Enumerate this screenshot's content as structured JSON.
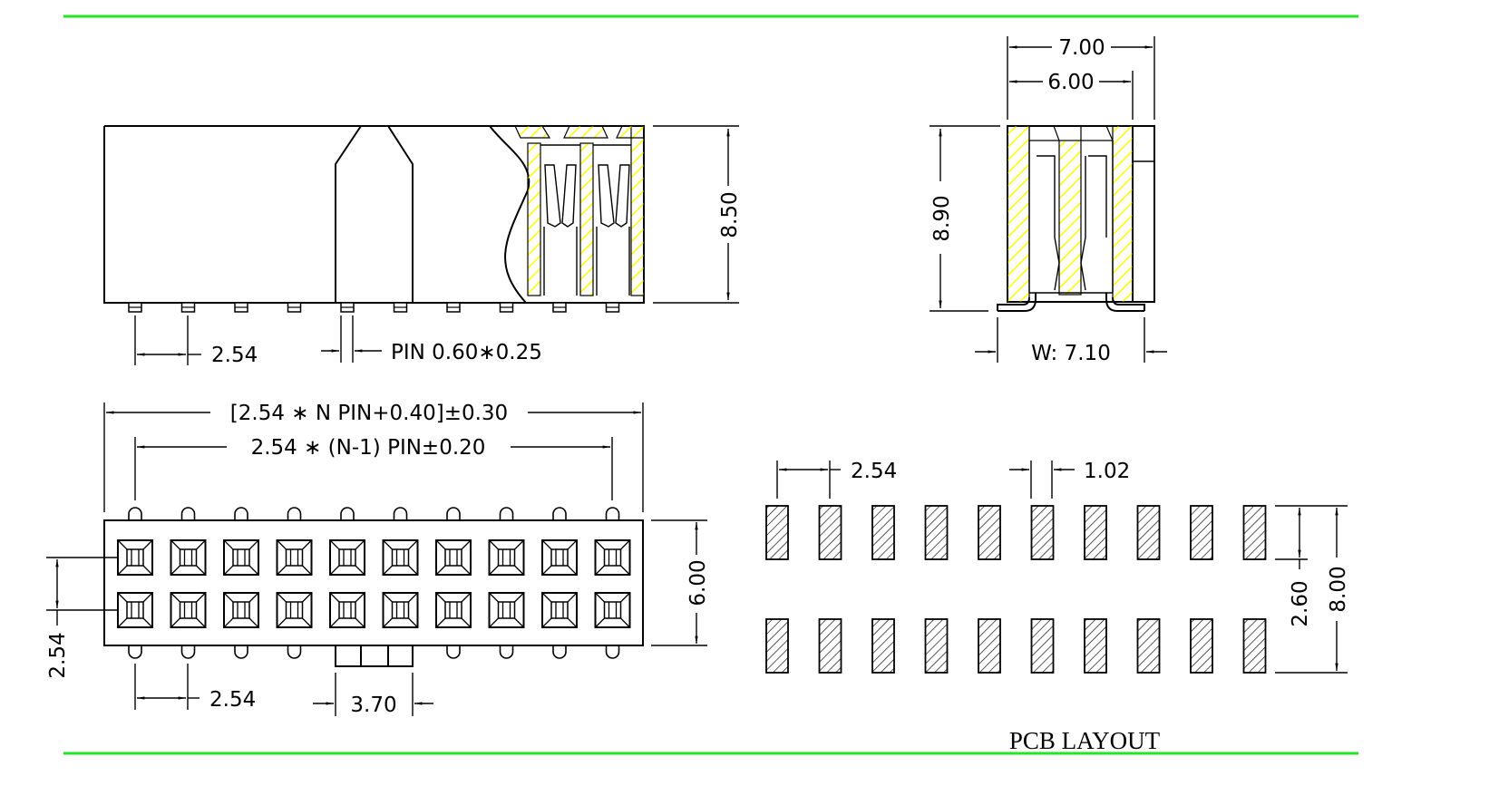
{
  "drawing": {
    "colors": {
      "border_line": "#22e622",
      "section_hatch": "#ffff00",
      "line": "#000000"
    },
    "side_view": {
      "height_label": "8.50",
      "pitch_label": "2.54",
      "pin_label": "PIN 0.60∗0.25",
      "pin_count": 10
    },
    "end_view": {
      "outer_width_label": "7.00",
      "inner_width_label": "6.00",
      "height_label": "8.90",
      "lead_span_label": "W: 7.10"
    },
    "top_view": {
      "overall_length_label": "[2.54 ∗ N PIN+0.40]±0.30",
      "pin_span_label": "2.54 ∗ (N-1) PIN±0.20",
      "width_label": "6.00",
      "row_pitch_label": "2.54",
      "pitch_label": "2.54",
      "key_width_label": "3.70",
      "columns": 10,
      "rows": 2
    },
    "pcb_layout": {
      "title": "PCB LAYOUT",
      "pitch_label": "2.54",
      "pad_width_label": "1.02",
      "pad_length_label": "2.60",
      "overall_label": "8.00",
      "columns": 10,
      "rows": 2
    }
  }
}
